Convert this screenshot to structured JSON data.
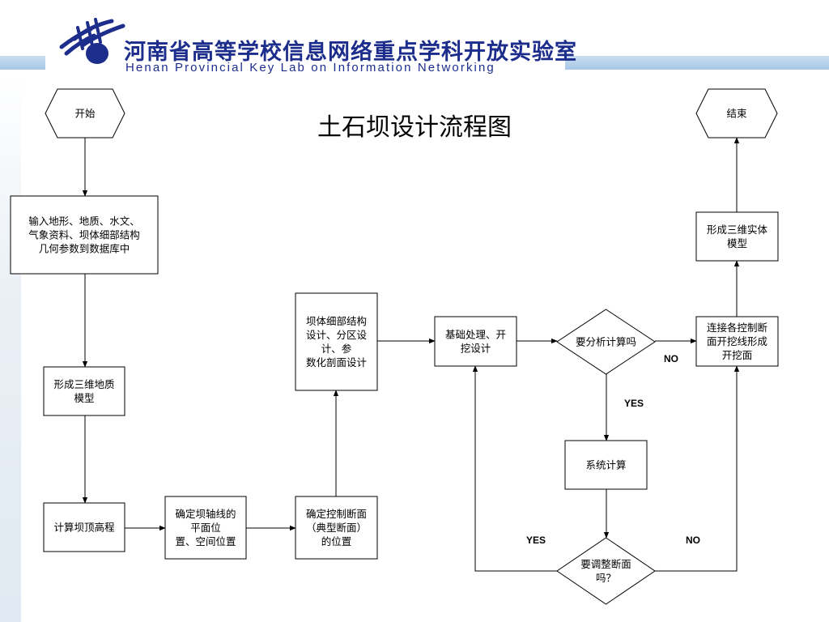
{
  "header": {
    "lab_name_cn": "河南省高等学校信息网络重点学科开放实验室",
    "lab_name_en": "Henan Provincial Key Lab on Information Networking"
  },
  "diagram": {
    "title": "土石坝设计流程图",
    "nodes": [
      {
        "id": "start",
        "shape": "hexagon",
        "lines": [
          "开始"
        ]
      },
      {
        "id": "input",
        "shape": "rect",
        "lines": [
          "输入地形、地质、水文、",
          "气象资料、坝体细部结构",
          "几何参数到数据库中"
        ]
      },
      {
        "id": "geo3d",
        "shape": "rect",
        "lines": [
          "形成三维地质",
          "模型"
        ]
      },
      {
        "id": "crest",
        "shape": "rect",
        "lines": [
          "计算坝顶高程"
        ]
      },
      {
        "id": "axis",
        "shape": "rect",
        "lines": [
          "确定坝轴线的",
          "平面位",
          "置、空间位置"
        ]
      },
      {
        "id": "section",
        "shape": "rect",
        "lines": [
          "确定控制断面",
          "（典型断面）",
          "的位置"
        ]
      },
      {
        "id": "detail",
        "shape": "rect",
        "lines": [
          "坝体细部结构",
          "设计、分区设",
          "计、参",
          "数化剖面设计"
        ]
      },
      {
        "id": "found",
        "shape": "rect",
        "lines": [
          "基础处理、开",
          "挖设计"
        ]
      },
      {
        "id": "analyze",
        "shape": "diamond",
        "lines": [
          "要分析计算吗"
        ]
      },
      {
        "id": "calc",
        "shape": "rect",
        "lines": [
          "系统计算"
        ]
      },
      {
        "id": "adjust",
        "shape": "diamond",
        "lines": [
          "要调整断面",
          "吗？"
        ]
      },
      {
        "id": "connect",
        "shape": "rect",
        "lines": [
          "连接各控制断",
          "面开挖线形成",
          "开挖面"
        ]
      },
      {
        "id": "solid3d",
        "shape": "rect",
        "lines": [
          "形成三维实体",
          "模型"
        ]
      },
      {
        "id": "end",
        "shape": "hexagon",
        "lines": [
          "结束"
        ]
      }
    ],
    "edges": [
      {
        "from": "start",
        "to": "input",
        "label": ""
      },
      {
        "from": "input",
        "to": "geo3d",
        "label": ""
      },
      {
        "from": "geo3d",
        "to": "crest",
        "label": ""
      },
      {
        "from": "crest",
        "to": "axis",
        "label": ""
      },
      {
        "from": "axis",
        "to": "section",
        "label": ""
      },
      {
        "from": "section",
        "to": "detail",
        "label": ""
      },
      {
        "from": "detail",
        "to": "found",
        "label": ""
      },
      {
        "from": "found",
        "to": "analyze",
        "label": ""
      },
      {
        "from": "analyze",
        "to": "connect",
        "label": "NO"
      },
      {
        "from": "analyze",
        "to": "calc",
        "label": "YES"
      },
      {
        "from": "calc",
        "to": "adjust",
        "label": ""
      },
      {
        "from": "adjust",
        "to": "found",
        "label": "YES"
      },
      {
        "from": "adjust",
        "to": "connect",
        "label": "NO"
      },
      {
        "from": "connect",
        "to": "solid3d",
        "label": ""
      },
      {
        "from": "solid3d",
        "to": "end",
        "label": ""
      }
    ]
  }
}
